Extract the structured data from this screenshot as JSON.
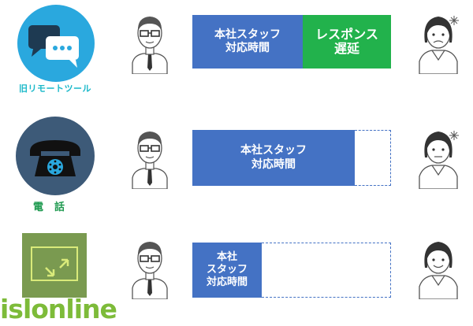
{
  "rows": [
    {
      "tool_label": "旧リモートツール",
      "staff_label": "本社スタッフ\n対応時間",
      "delay_label": "レスポンス\n遅延"
    },
    {
      "tool_label": "電話",
      "staff_label": "本社スタッフ\n対応時間"
    },
    {
      "logo_text": "islonline",
      "staff_label": "本社\nスタッフ\n対応時間"
    }
  ],
  "colors": {
    "bar_blue": "#4472c4",
    "delay_green": "#22b24c",
    "chat_circle": "#2aa8de",
    "phone_circle": "#3d5a78",
    "isl_green": "#7dbb39"
  },
  "icons": [
    "chat-bubbles-icon",
    "telephone-icon",
    "remote-screen-icon",
    "operator-icon",
    "customer-icon"
  ]
}
